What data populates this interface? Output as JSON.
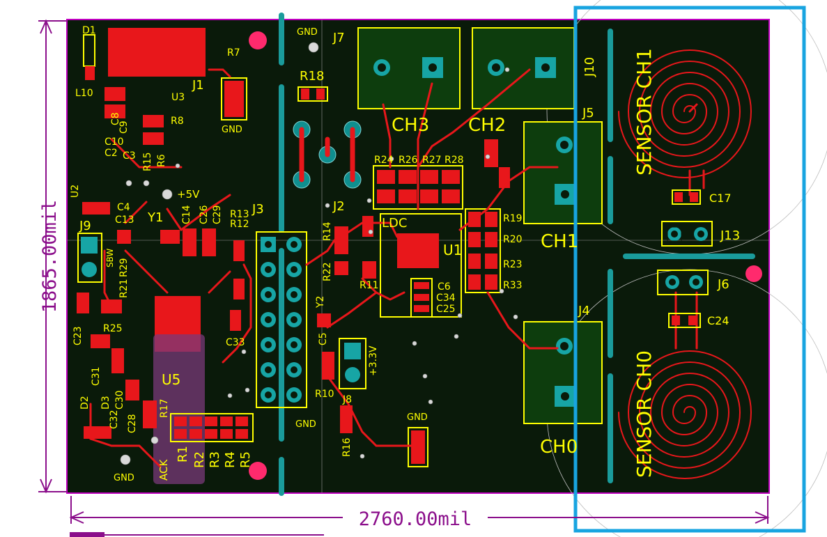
{
  "dimensions": {
    "width_label": "2760.00mil",
    "height_label": "1865.00mil"
  },
  "labels": {
    "sensor_ch1": "SENSOR CH1",
    "sensor_ch0": "SENSOR CH0",
    "ch3": "CH3",
    "ch2": "CH2",
    "ch1": "CH1",
    "ch0": "CH0",
    "ldc": "LDC",
    "plus_5v": "+5V",
    "plus_3v3": "+3.3V",
    "sbw": "SBW",
    "ack": "ACK",
    "gnd": "GND"
  },
  "designators": {
    "D1": "D1",
    "L10": "L10",
    "J1": "J1",
    "R7": "R7",
    "U3": "U3",
    "R8": "R8",
    "C8": "C8",
    "C9": "C9",
    "C10": "C10",
    "C2": "C2",
    "C3": "C3",
    "R15": "R15",
    "R6": "R6",
    "U2": "U2",
    "C4": "C4",
    "C13": "C13",
    "Y1": "Y1",
    "C14": "C14",
    "C26": "C26",
    "C29": "C29",
    "R13": "R13",
    "R12": "R12",
    "J9": "J9",
    "R29": "R29",
    "R21": "R21",
    "C23": "C23",
    "R25": "R25",
    "C31": "C31",
    "C30": "C30",
    "C32": "C32",
    "C28": "C28",
    "D2": "D2",
    "D3": "D3",
    "U5": "U5",
    "R17": "R17",
    "C33": "C33",
    "R1": "R1",
    "R2": "R2",
    "R3": "R3",
    "R4": "R4",
    "R5": "R5",
    "J3": "J3",
    "R18": "R18",
    "J2": "J2",
    "R14": "R14",
    "R22": "R22",
    "Y2": "Y2",
    "C5": "C5",
    "R10": "R10",
    "J8": "J8",
    "R16": "R16",
    "J7": "J7",
    "R24": "R24",
    "R26": "R26",
    "R27": "R27",
    "R28": "R28",
    "U1": "U1",
    "R11": "R11",
    "C6": "C6",
    "C34": "C34",
    "C25": "C25",
    "R19": "R19",
    "R20": "R20",
    "R23": "R23",
    "R33": "R33",
    "J5": "J5",
    "J10": "J10",
    "J4": "J4",
    "C17": "C17",
    "J13": "J13",
    "J6": "J6",
    "C24": "C24"
  },
  "colors": {
    "board": "#0a1a0a",
    "copper": "#e8171b",
    "silkscreen": "#ffff00",
    "outline": "#c000c0",
    "dimension": "#8b0e8b",
    "slot": "#1a9b9b",
    "highlight_box": "#18a4e0"
  }
}
